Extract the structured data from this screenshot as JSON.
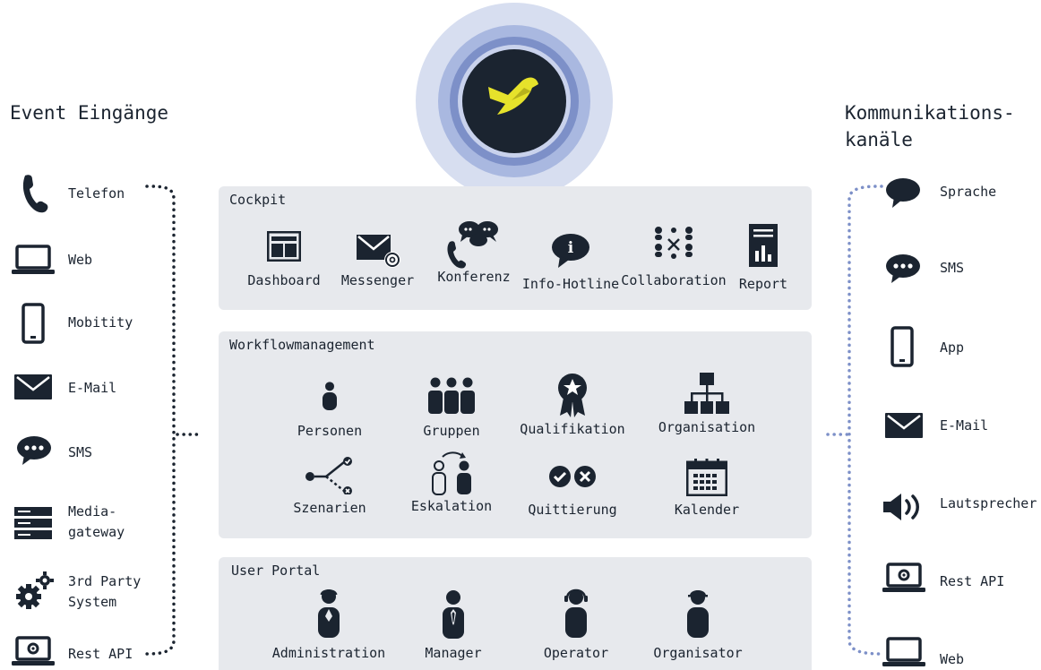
{
  "left": {
    "title": "Event Eingänge",
    "items": [
      {
        "label": "Telefon",
        "icon": "phone-icon"
      },
      {
        "label": "Web",
        "icon": "laptop-icon"
      },
      {
        "label": "Mobitity",
        "icon": "mobile-icon"
      },
      {
        "label": "E-Mail",
        "icon": "email-icon"
      },
      {
        "label": "SMS",
        "icon": "sms-icon"
      },
      {
        "label": "Media-",
        "label2": "gateway",
        "icon": "server-icon"
      },
      {
        "label": "3rd Party",
        "label2": "System",
        "icon": "gears-icon"
      },
      {
        "label": "Rest API",
        "icon": "rest-api-icon"
      }
    ]
  },
  "right": {
    "title": "Kommunikations-",
    "title2": "kanäle",
    "items": [
      {
        "label": "Sprache",
        "icon": "speech-bubble-icon"
      },
      {
        "label": "SMS",
        "icon": "sms-icon"
      },
      {
        "label": "App",
        "icon": "mobile-icon"
      },
      {
        "label": "E-Mail",
        "icon": "email-icon"
      },
      {
        "label": "Lautsprecher",
        "icon": "speaker-icon"
      },
      {
        "label": "Rest API",
        "icon": "rest-api-icon"
      },
      {
        "label": "Web",
        "icon": "laptop-icon"
      }
    ]
  },
  "cockpit": {
    "title": "Cockpit",
    "items": [
      {
        "label": "Dashboard",
        "icon": "dashboard-icon"
      },
      {
        "label": "Messenger",
        "icon": "messenger-icon"
      },
      {
        "label": "Konferenz",
        "icon": "conference-icon"
      },
      {
        "label": "Info-Hotline",
        "icon": "info-icon"
      },
      {
        "label": "Collaboration",
        "icon": "collaboration-icon"
      },
      {
        "label": "Report",
        "icon": "report-icon"
      }
    ]
  },
  "workflow": {
    "title": "Workflowmanagement",
    "items": [
      {
        "label": "Personen",
        "icon": "person-icon"
      },
      {
        "label": "Gruppen",
        "icon": "group-icon"
      },
      {
        "label": "Qualifikation",
        "icon": "award-icon"
      },
      {
        "label": "Organisation",
        "icon": "org-chart-icon"
      },
      {
        "label": "Szenarien",
        "icon": "scenario-icon"
      },
      {
        "label": "Eskalation",
        "icon": "escalation-icon"
      },
      {
        "label": "Quittierung",
        "icon": "acknowledge-icon"
      },
      {
        "label": "Kalender",
        "icon": "calendar-icon"
      }
    ]
  },
  "portal": {
    "title": "User Portal",
    "items": [
      {
        "label": "Administration",
        "icon": "admin-icon"
      },
      {
        "label": "Manager",
        "icon": "manager-icon"
      },
      {
        "label": "Operator",
        "icon": "operator-icon"
      },
      {
        "label": "Organisator",
        "icon": "organizer-icon"
      }
    ]
  },
  "logo": {
    "name": "bird-logo-icon"
  },
  "colors": {
    "dark": "#1b2430",
    "panel": "#e7e9ed",
    "accent_yellow": "#e6e22b",
    "ring_outer": "#d7def0",
    "ring_mid": "#a9b8e0",
    "ring_inner": "#7d90c8",
    "dots_left": "#1b2430",
    "dots_right": "#7d90c8"
  }
}
